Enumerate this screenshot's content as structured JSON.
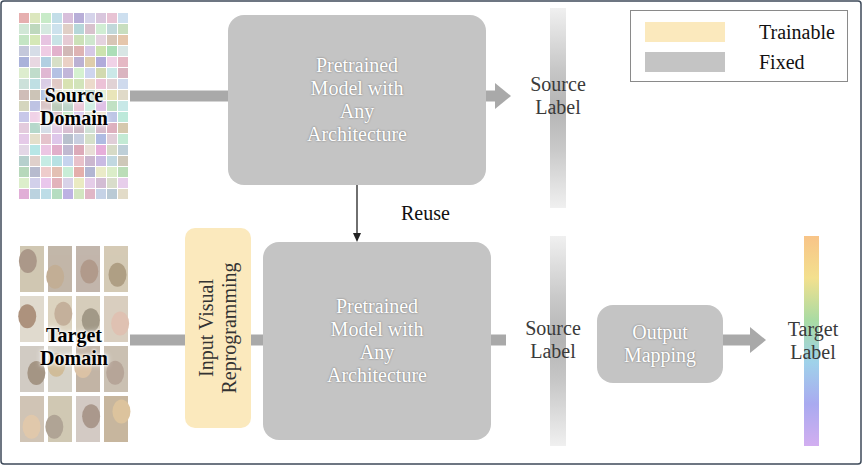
{
  "diagram": {
    "nodes": [
      {
        "text": [
          "Source Domain"
        ]
      },
      {
        "text": [
          "Pretrained Model with Any Architecture"
        ]
      },
      {
        "text": [
          "Source Label"
        ]
      },
      {
        "text": [
          "Target Domain"
        ]
      },
      {
        "text": [
          "Input Visual Reprogramming"
        ]
      },
      {
        "text": [
          "Pretrained Model with Any Architecture"
        ]
      },
      {
        "text": [
          "Source Label"
        ]
      },
      {
        "text": [
          "Output Mapping"
        ]
      },
      {
        "text": [
          "Target Label"
        ]
      }
    ],
    "edges": [
      {
        "from": 0,
        "to": 1,
        "arrow": "none"
      },
      {
        "from": 1,
        "to": 2,
        "arrow": "to"
      },
      {
        "from": 1,
        "to": 5,
        "label": "Reuse",
        "arrow": "to"
      },
      {
        "from": 3,
        "to": 4,
        "arrow": "none"
      },
      {
        "from": 4,
        "to": 5,
        "arrow": "none"
      },
      {
        "from": 5,
        "to": 6,
        "arrow": "none"
      },
      {
        "from": 6,
        "to": 7,
        "arrow": "none"
      },
      {
        "from": 7,
        "to": 8,
        "arrow": "to"
      }
    ],
    "legend": [
      {
        "text": "Trainable",
        "color": "#fbe9bd"
      },
      {
        "text": "Fixed",
        "color": "#c4c4c4"
      }
    ]
  }
}
